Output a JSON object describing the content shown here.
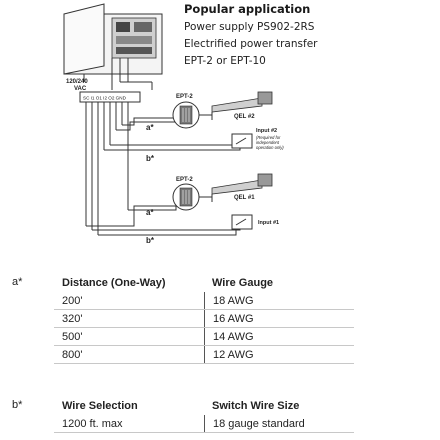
{
  "heading": "Popular application",
  "application_lines": [
    "Power supply PS902-2RS",
    "Electrified power transfer",
    "EPT-2 or EPT-10"
  ],
  "diagram": {
    "voltage_label_1": "120/240",
    "voltage_label_2": "VAC",
    "terminal_labels": "SC  I1  O1  I2  O2  GND",
    "ept_top": "EPT-2",
    "ept_bottom": "EPT-2",
    "qel_top": "QEL #2",
    "qel_bottom": "QEL #1",
    "input_top": "Input #2",
    "input_top_note_1": "(Required for",
    "input_top_note_2": "independent",
    "input_top_note_3": "operation only)",
    "input_bottom": "Input #1",
    "a_marker": "a*",
    "b_marker": "b*"
  },
  "table_a": {
    "marker": "a*",
    "headers": [
      "Distance (One-Way)",
      "Wire Gauge"
    ],
    "rows": [
      [
        "200'",
        "18 AWG"
      ],
      [
        "320'",
        "16 AWG"
      ],
      [
        "500'",
        "14 AWG"
      ],
      [
        "800'",
        "12 AWG"
      ]
    ]
  },
  "table_b": {
    "marker": "b*",
    "headers": [
      "Wire Selection",
      "Switch Wire Size"
    ],
    "rows": [
      [
        "1200 ft. max",
        "18 gauge standard"
      ]
    ]
  }
}
